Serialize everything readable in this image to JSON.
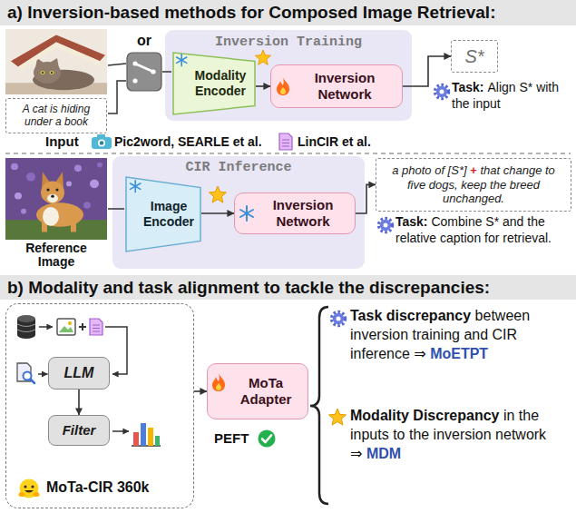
{
  "diagram": {
    "nodes": [
      {
        "text": [
          "A cat is hiding under a book"
        ]
      },
      {
        "text": [
          "Inversion Training"
        ]
      },
      {
        "text": [
          "Modality Encoder"
        ],
        "in": 1
      },
      {
        "text": [
          "Inversion Network"
        ],
        "in": 1
      },
      {
        "text": [
          "S*"
        ]
      },
      {
        "text": [
          "CIR Inference"
        ]
      },
      {
        "text": [
          "Image Encoder"
        ],
        "in": 5
      },
      {
        "text": [
          "Inversion Network"
        ],
        "in": 5
      },
      {
        "text": [
          "a photo of [S*]",
          "+",
          "that change to five dogs, keep the breed unchanged."
        ]
      },
      {
        "text": [
          "MoTa-CIR 360k"
        ]
      },
      {
        "text": [
          "LLM"
        ],
        "in": 9
      },
      {
        "text": [
          "Filter"
        ],
        "in": 9
      },
      {
        "text": [
          "MoTa Adapter"
        ]
      }
    ],
    "edges": [
      {
        "from": 2,
        "to": 3,
        "arrow": "to"
      },
      {
        "from": 3,
        "to": 4,
        "arrow": "to"
      },
      {
        "from": 6,
        "to": 7,
        "arrow": "to"
      },
      {
        "from": 7,
        "to": 8,
        "arrow": "to"
      },
      {
        "from": 10,
        "to": 11,
        "arrow": "to"
      },
      {
        "from": 9,
        "to": 12,
        "arrow": "to"
      }
    ],
    "labels": [
      "a) Inversion-based methods for Composed Image Retrieval:",
      "or",
      "Task:",
      "Align S* with the input",
      "Input",
      "Pic2word, SEARLE et al.",
      "LinCIR et al.",
      "Reference Image",
      "Task:",
      "Combine S* and the relative caption for retrieval.",
      "b) Modality and task alignment to tackle the discrepancies:",
      "PEFT",
      "Task discrepancy",
      "between inversion training and CIR inference ⇒",
      "MoETPT",
      "Modality Discrepancy",
      "in the inputs to the inversion network ⇒",
      "MDM"
    ]
  }
}
